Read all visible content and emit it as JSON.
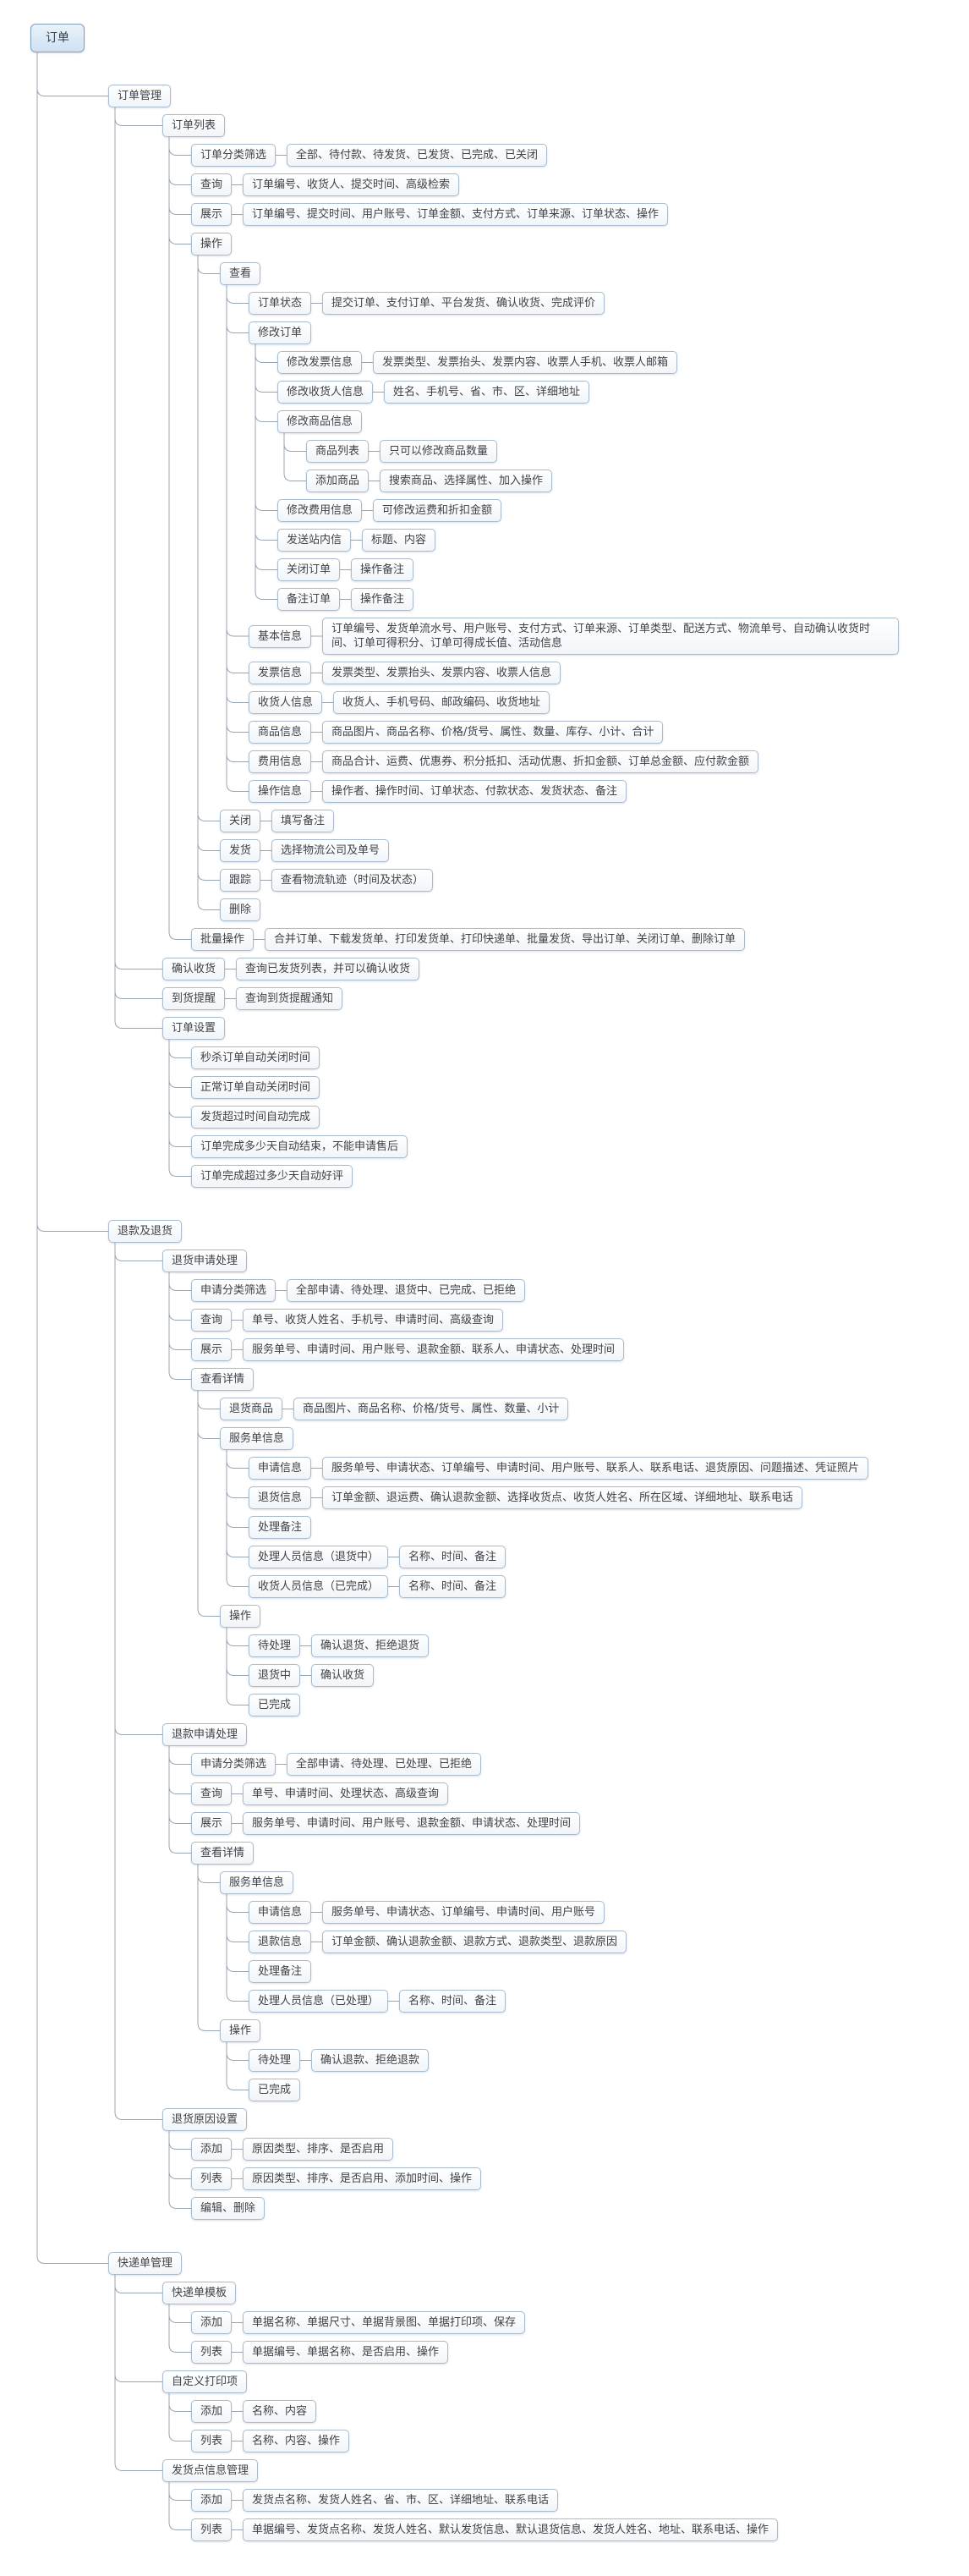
{
  "style": {
    "background": "#ffffff",
    "node_border": "#a8bccd",
    "node_fill_top": "#ffffff",
    "node_fill_bottom": "#f1f5f9",
    "root_border": "#7d9fc0",
    "root_fill_top": "#eaf2fa",
    "root_fill_bottom": "#cfe1f1",
    "line_color": "#9aa6b2",
    "text_color": "#3f4246"
  },
  "diagram": {
    "root": {
      "t": "订单",
      "c": [
        {
          "t": "订单管理",
          "c": [
            {
              "t": "订单列表",
              "c": [
                {
                  "t": "订单分类筛选",
                  "c": [
                    {
                      "t": "全部、待付款、待发货、已发货、已完成、已关闭"
                    }
                  ]
                },
                {
                  "t": "查询",
                  "c": [
                    {
                      "t": "订单编号、收货人、提交时间、高级检索"
                    }
                  ]
                },
                {
                  "t": "展示",
                  "c": [
                    {
                      "t": "订单编号、提交时间、用户账号、订单金额、支付方式、订单来源、订单状态、操作"
                    }
                  ]
                },
                {
                  "t": "操作",
                  "c": [
                    {
                      "t": "查看",
                      "c": [
                        {
                          "t": "订单状态",
                          "c": [
                            {
                              "t": "提交订单、支付订单、平台发货、确认收货、完成评价"
                            }
                          ]
                        },
                        {
                          "t": "修改订单",
                          "c": [
                            {
                              "t": "修改发票信息",
                              "c": [
                                {
                                  "t": "发票类型、发票抬头、发票内容、收票人手机、收票人邮箱"
                                }
                              ]
                            },
                            {
                              "t": "修改收货人信息",
                              "c": [
                                {
                                  "t": "姓名、手机号、省、市、区、详细地址"
                                }
                              ]
                            },
                            {
                              "t": "修改商品信息",
                              "c": [
                                {
                                  "t": "商品列表",
                                  "c": [
                                    {
                                      "t": "只可以修改商品数量"
                                    }
                                  ]
                                },
                                {
                                  "t": "添加商品",
                                  "c": [
                                    {
                                      "t": "搜索商品、选择属性、加入操作"
                                    }
                                  ]
                                }
                              ]
                            },
                            {
                              "t": "修改费用信息",
                              "c": [
                                {
                                  "t": "可修改运费和折扣金额"
                                }
                              ]
                            },
                            {
                              "t": "发送站内信",
                              "c": [
                                {
                                  "t": "标题、内容"
                                }
                              ]
                            },
                            {
                              "t": "关闭订单",
                              "c": [
                                {
                                  "t": "操作备注"
                                }
                              ]
                            },
                            {
                              "t": "备注订单",
                              "c": [
                                {
                                  "t": "操作备注"
                                }
                              ]
                            }
                          ]
                        },
                        {
                          "t": "基本信息",
                          "c": [
                            {
                              "t": "订单编号、发货单流水号、用户账号、支付方式、订单来源、订单类型、配送方式、物流单号、自动确认收货时间、订单可得积分、订单可得成长值、活动信息"
                            }
                          ]
                        },
                        {
                          "t": "发票信息",
                          "c": [
                            {
                              "t": "发票类型、发票抬头、发票内容、收票人信息"
                            }
                          ]
                        },
                        {
                          "t": "收货人信息",
                          "c": [
                            {
                              "t": "收货人、手机号码、邮政编码、收货地址"
                            }
                          ]
                        },
                        {
                          "t": "商品信息",
                          "c": [
                            {
                              "t": "商品图片、商品名称、价格/货号、属性、数量、库存、小计、合计"
                            }
                          ]
                        },
                        {
                          "t": "费用信息",
                          "c": [
                            {
                              "t": "商品合计、运费、优惠券、积分抵扣、活动优惠、折扣金额、订单总金额、应付款金额"
                            }
                          ]
                        },
                        {
                          "t": "操作信息",
                          "c": [
                            {
                              "t": "操作者、操作时间、订单状态、付款状态、发货状态、备注"
                            }
                          ]
                        }
                      ]
                    },
                    {
                      "t": "关闭",
                      "c": [
                        {
                          "t": "填写备注"
                        }
                      ]
                    },
                    {
                      "t": "发货",
                      "c": [
                        {
                          "t": "选择物流公司及单号"
                        }
                      ]
                    },
                    {
                      "t": "跟踪",
                      "c": [
                        {
                          "t": "查看物流轨迹（时间及状态）"
                        }
                      ]
                    },
                    {
                      "t": "删除"
                    }
                  ]
                },
                {
                  "t": "批量操作",
                  "c": [
                    {
                      "t": "合并订单、下载发货单、打印发货单、打印快递单、批量发货、导出订单、关闭订单、删除订单"
                    }
                  ]
                }
              ]
            },
            {
              "t": "确认收货",
              "c": [
                {
                  "t": "查询已发货列表，并可以确认收货"
                }
              ]
            },
            {
              "t": "到货提醒",
              "c": [
                {
                  "t": "查询到货提醒通知"
                }
              ]
            },
            {
              "t": "订单设置",
              "c": [
                {
                  "t": "秒杀订单自动关闭时间"
                },
                {
                  "t": "正常订单自动关闭时间"
                },
                {
                  "t": "发货超过时间自动完成"
                },
                {
                  "t": "订单完成多少天自动结束，不能申请售后"
                },
                {
                  "t": "订单完成超过多少天自动好评"
                }
              ]
            }
          ]
        },
        {
          "t": "退款及退货",
          "c": [
            {
              "t": "退货申请处理",
              "c": [
                {
                  "t": "申请分类筛选",
                  "c": [
                    {
                      "t": "全部申请、待处理、退货中、已完成、已拒绝"
                    }
                  ]
                },
                {
                  "t": "查询",
                  "c": [
                    {
                      "t": "单号、收货人姓名、手机号、申请时间、高级查询"
                    }
                  ]
                },
                {
                  "t": "展示",
                  "c": [
                    {
                      "t": "服务单号、申请时间、用户账号、退款金额、联系人、申请状态、处理时间"
                    }
                  ]
                },
                {
                  "t": "查看详情",
                  "c": [
                    {
                      "t": "退货商品",
                      "c": [
                        {
                          "t": "商品图片、商品名称、价格/货号、属性、数量、小计"
                        }
                      ]
                    },
                    {
                      "t": "服务单信息",
                      "c": [
                        {
                          "t": "申请信息",
                          "c": [
                            {
                              "t": "服务单号、申请状态、订单编号、申请时间、用户账号、联系人、联系电话、退货原因、问题描述、凭证照片"
                            }
                          ]
                        },
                        {
                          "t": "退货信息",
                          "c": [
                            {
                              "t": "订单金额、退运费、确认退款金额、选择收货点、收货人姓名、所在区域、详细地址、联系电话"
                            }
                          ]
                        },
                        {
                          "t": "处理备注"
                        },
                        {
                          "t": "处理人员信息（退货中）",
                          "c": [
                            {
                              "t": "名称、时间、备注"
                            }
                          ]
                        },
                        {
                          "t": "收货人员信息（已完成）",
                          "c": [
                            {
                              "t": "名称、时间、备注"
                            }
                          ]
                        }
                      ]
                    },
                    {
                      "t": "操作",
                      "c": [
                        {
                          "t": "待处理",
                          "c": [
                            {
                              "t": "确认退货、拒绝退货"
                            }
                          ]
                        },
                        {
                          "t": "退货中",
                          "c": [
                            {
                              "t": "确认收货"
                            }
                          ]
                        },
                        {
                          "t": "已完成"
                        }
                      ]
                    }
                  ]
                }
              ]
            },
            {
              "t": "退款申请处理",
              "c": [
                {
                  "t": "申请分类筛选",
                  "c": [
                    {
                      "t": "全部申请、待处理、已处理、已拒绝"
                    }
                  ]
                },
                {
                  "t": "查询",
                  "c": [
                    {
                      "t": "单号、申请时间、处理状态、高级查询"
                    }
                  ]
                },
                {
                  "t": "展示",
                  "c": [
                    {
                      "t": "服务单号、申请时间、用户账号、退款金额、申请状态、处理时间"
                    }
                  ]
                },
                {
                  "t": "查看详情",
                  "c": [
                    {
                      "t": "服务单信息",
                      "c": [
                        {
                          "t": "申请信息",
                          "c": [
                            {
                              "t": "服务单号、申请状态、订单编号、申请时间、用户账号"
                            }
                          ]
                        },
                        {
                          "t": "退款信息",
                          "c": [
                            {
                              "t": "订单金额、确认退款金额、退款方式、退款类型、退款原因"
                            }
                          ]
                        },
                        {
                          "t": "处理备注"
                        },
                        {
                          "t": "处理人员信息（已处理）",
                          "c": [
                            {
                              "t": "名称、时间、备注"
                            }
                          ]
                        }
                      ]
                    },
                    {
                      "t": "操作",
                      "c": [
                        {
                          "t": "待处理",
                          "c": [
                            {
                              "t": "确认退款、拒绝退款"
                            }
                          ]
                        },
                        {
                          "t": "已完成"
                        }
                      ]
                    }
                  ]
                }
              ]
            },
            {
              "t": "退货原因设置",
              "c": [
                {
                  "t": "添加",
                  "c": [
                    {
                      "t": "原因类型、排序、是否启用"
                    }
                  ]
                },
                {
                  "t": "列表",
                  "c": [
                    {
                      "t": "原因类型、排序、是否启用、添加时间、操作"
                    }
                  ]
                },
                {
                  "t": "编辑、删除"
                }
              ]
            }
          ]
        },
        {
          "t": "快递单管理",
          "c": [
            {
              "t": "快递单模板",
              "c": [
                {
                  "t": "添加",
                  "c": [
                    {
                      "t": "单据名称、单据尺寸、单据背景图、单据打印项、保存"
                    }
                  ]
                },
                {
                  "t": "列表",
                  "c": [
                    {
                      "t": "单据编号、单据名称、是否启用、操作"
                    }
                  ]
                }
              ]
            },
            {
              "t": "自定义打印项",
              "c": [
                {
                  "t": "添加",
                  "c": [
                    {
                      "t": "名称、内容"
                    }
                  ]
                },
                {
                  "t": "列表",
                  "c": [
                    {
                      "t": "名称、内容、操作"
                    }
                  ]
                }
              ]
            },
            {
              "t": "发货点信息管理",
              "c": [
                {
                  "t": "添加",
                  "c": [
                    {
                      "t": "发货点名称、发货人姓名、省、市、区、详细地址、联系电话"
                    }
                  ]
                },
                {
                  "t": "列表",
                  "c": [
                    {
                      "t": "单据编号、发货点名称、发货人姓名、默认发货信息、默认退货信息、发货人姓名、地址、联系电话、操作"
                    }
                  ]
                }
              ]
            }
          ]
        }
      ]
    }
  }
}
